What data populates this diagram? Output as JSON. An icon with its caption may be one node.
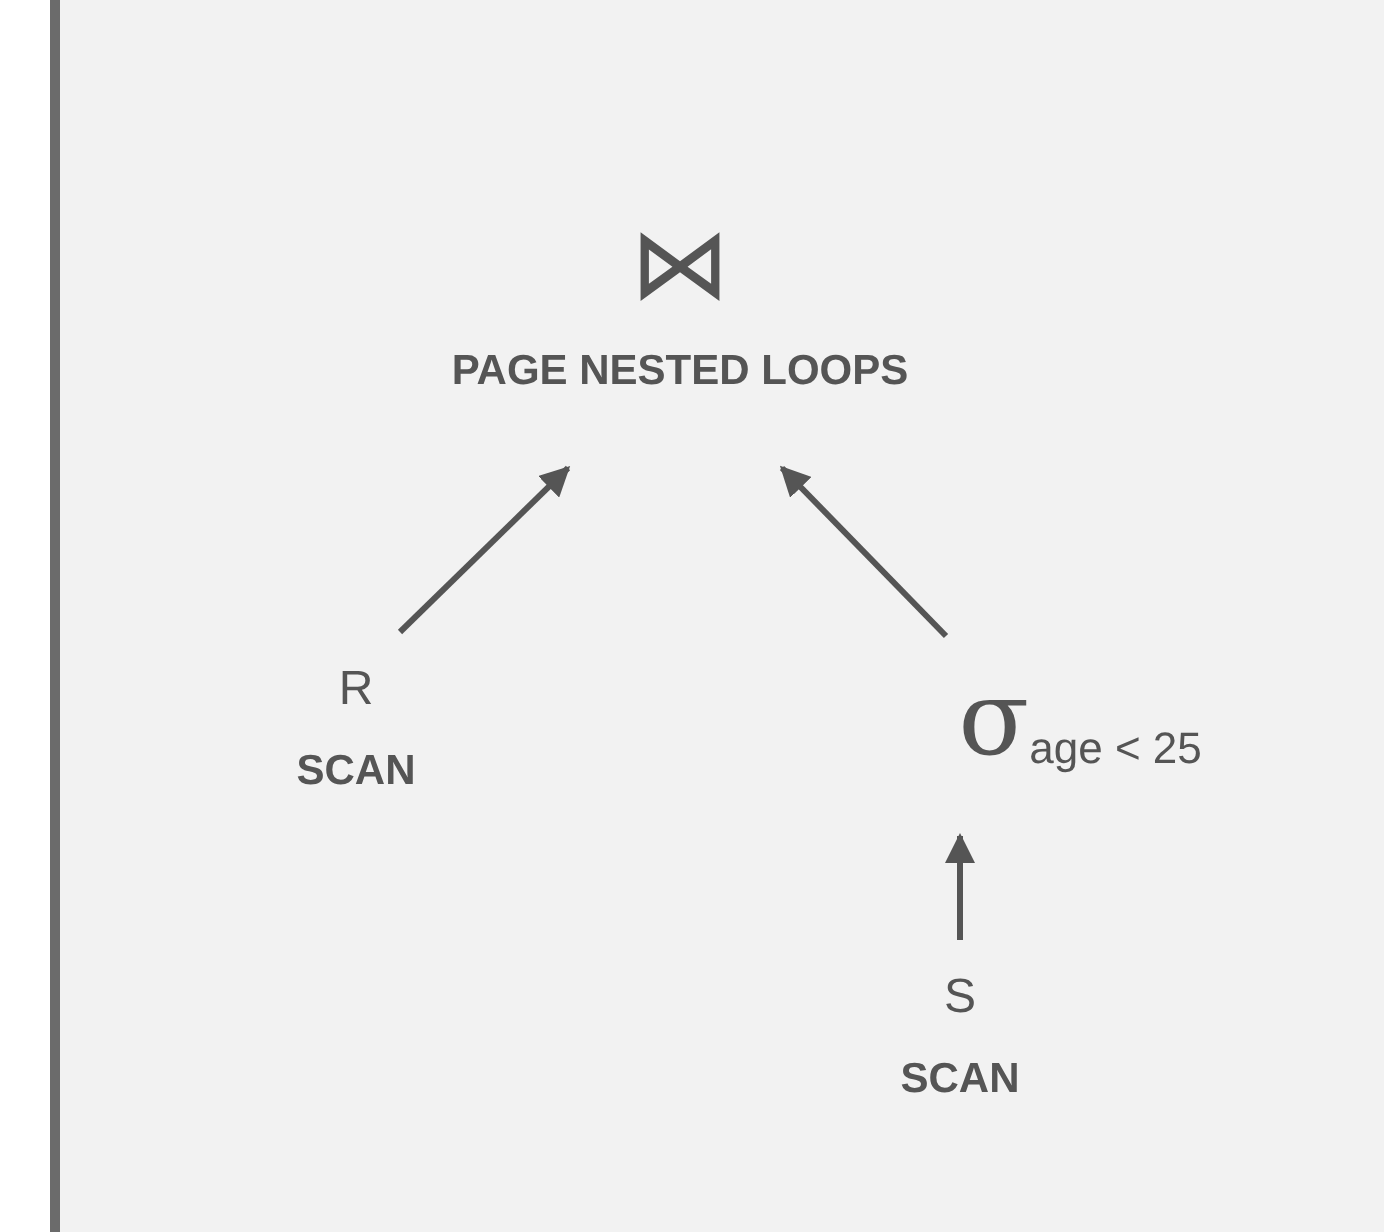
{
  "diagram": {
    "nodes": [
      {
        "text": [
          "⋈",
          "PAGE NESTED LOOPS"
        ]
      },
      {
        "text": [
          "R",
          "SCAN"
        ]
      },
      {
        "text": [
          "σ$_{age < 25}$"
        ]
      },
      {
        "text": [
          "S",
          "SCAN"
        ]
      }
    ],
    "edges": [
      {
        "from": 1,
        "to": 0,
        "arrow": "to"
      },
      {
        "from": 2,
        "to": 0,
        "arrow": "to"
      },
      {
        "from": 3,
        "to": 2,
        "arrow": "to"
      }
    ]
  }
}
